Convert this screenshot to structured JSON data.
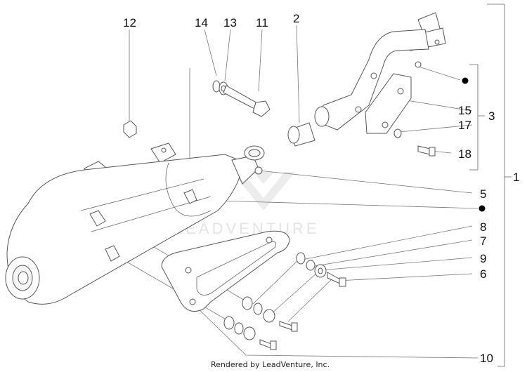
{
  "watermark": {
    "text": "LEADVENTURE"
  },
  "footer": {
    "credit": "Rendered by LeadVenture, Inc."
  },
  "callouts": {
    "c1": "1",
    "c2": "2",
    "c3": "3",
    "c5": "5",
    "c6": "6",
    "c7": "7",
    "c8": "8",
    "c9": "9",
    "c10": "10",
    "c11": "11",
    "c12": "12",
    "c13": "13",
    "c14": "14",
    "c15": "15",
    "c17": "17",
    "c18": "18"
  }
}
